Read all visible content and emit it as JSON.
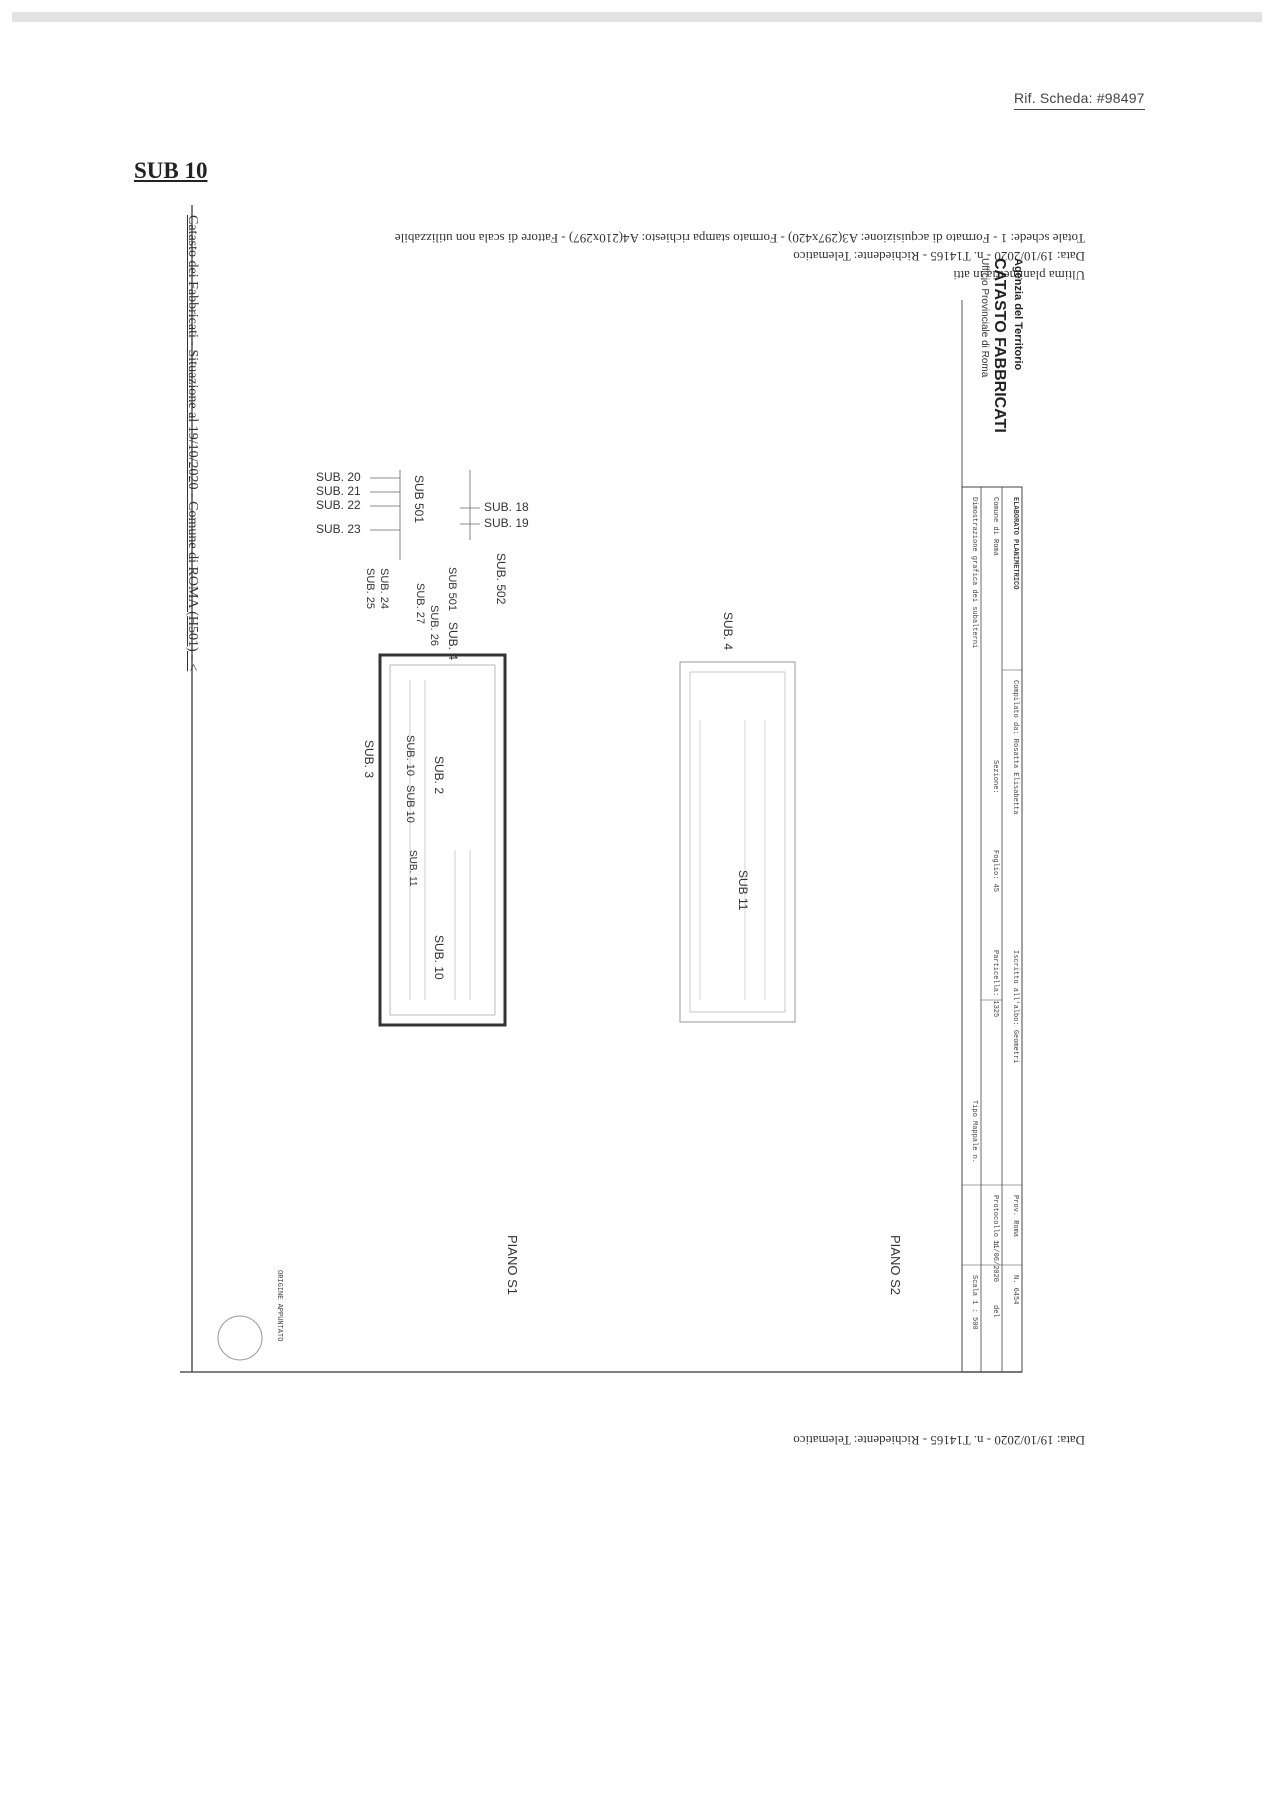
{
  "header": {
    "reference": "Rif. Scheda: #98497"
  },
  "section": {
    "title": "SUB 10"
  },
  "cadastral": {
    "agency_line1": "Agenzia del Territorio",
    "agency_line2": "CATASTO FABBRICATI",
    "agency_line3": "Ufficio Provinciale di Roma",
    "last_plan": "Ultima planimetria in atti",
    "date_line": "Data: 19/10/2020 - n. T14165 - Richiedente: Telematico",
    "format_line": "Totale schede: 1 - Formato di acquisizione: A3(297x420) - Formato stampa richiesto: A4(210x297) - Fattore di scala non utilizzabile",
    "footer_date_line": "Data: 19/10/2020 - n. T14165 - Richiedente: Telematico",
    "side_note": "Catasto dei Fabbricati - Situazione al 19/10/2020 - Comune di ROMA (H501) - <",
    "stamp_text": "ORIGINE APPUNTATO"
  },
  "title_block": {
    "title": "ELABORATO PLANIMETRICO",
    "compiled_by": "Compilato da: Rosatta Elisabetta",
    "register": "Iscritto all'albo: Geometri",
    "prov": "Prov. Roma",
    "number": "N. 6454",
    "comune": "Comune di Roma",
    "sezione": "Sezione:",
    "foglio": "Foglio: 45",
    "particella": "Particella: 1325",
    "protocol": "Protocollo n.",
    "del": "del",
    "date": "11/06/2020",
    "legend": "Dimostrazione grafica dei subalterni",
    "tipo_mappale": "Tipo Mappale n.",
    "scale": "Scala 1 : 500"
  },
  "plans": {
    "s2": {
      "floor": "PIANO S2",
      "sub_a": "SUB. 4",
      "sub_b": "SUB 11"
    },
    "s1": {
      "floor": "PIANO S1",
      "labels": [
        "SUB. 2",
        "SUB. 3",
        "SUB. 10",
        "SUB. 10",
        "SUB 10",
        "SUB. 4",
        "SUB. 11",
        "SUB. 26",
        "SUB. 27",
        "SUB 501",
        "SUB. 502",
        "SUB. 24",
        "SUB. 25"
      ],
      "callouts_left": [
        "SUB. 20",
        "SUB. 21",
        "SUB. 22",
        "SUB. 23"
      ],
      "callouts_right": [
        "SUB. 18",
        "SUB. 19"
      ],
      "callout_top": "SUB 501"
    }
  }
}
